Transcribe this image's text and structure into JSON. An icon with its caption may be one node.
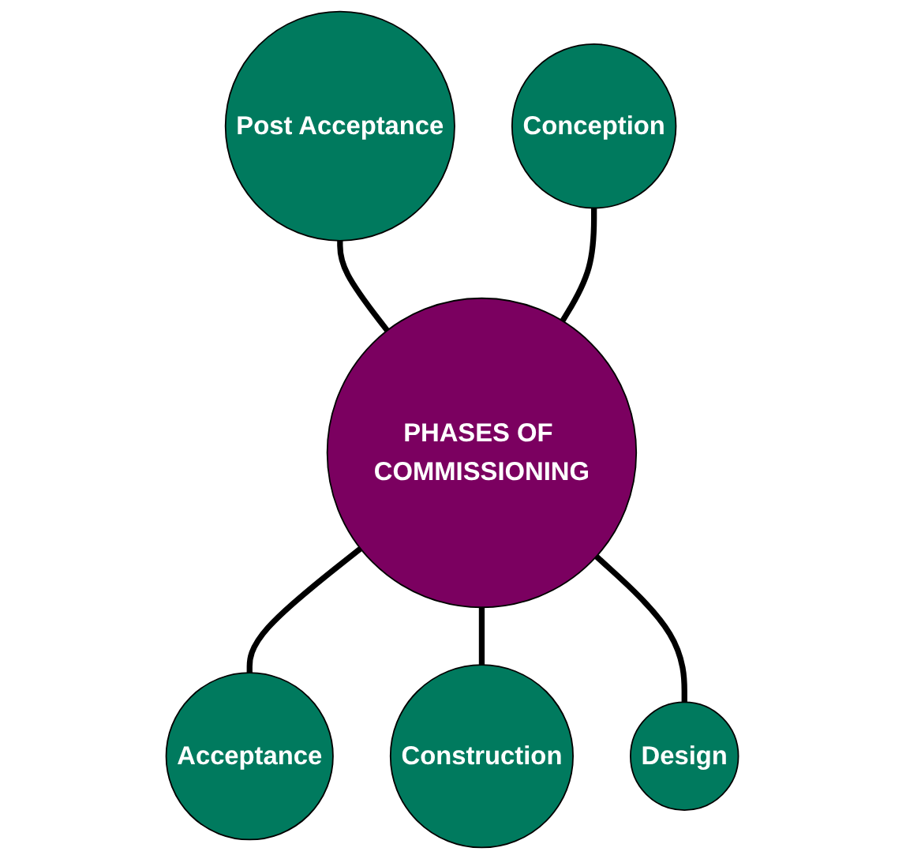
{
  "diagram": {
    "nodes": [
      {
        "text": [
          "Post Acceptance"
        ]
      },
      {
        "text": [
          "Conception"
        ]
      },
      {
        "text": [
          "PHASES OF COMMISSIONING"
        ]
      },
      {
        "text": [
          "Acceptance"
        ]
      },
      {
        "text": [
          "Construction"
        ]
      },
      {
        "text": [
          "Design"
        ]
      }
    ],
    "edges": [
      {
        "from": 0,
        "to": 2,
        "arrow": "none"
      },
      {
        "from": 1,
        "to": 2,
        "arrow": "none"
      },
      {
        "from": 2,
        "to": 3,
        "arrow": "none"
      },
      {
        "from": 2,
        "to": 4,
        "arrow": "none"
      },
      {
        "from": 2,
        "to": 5,
        "arrow": "none"
      }
    ]
  }
}
